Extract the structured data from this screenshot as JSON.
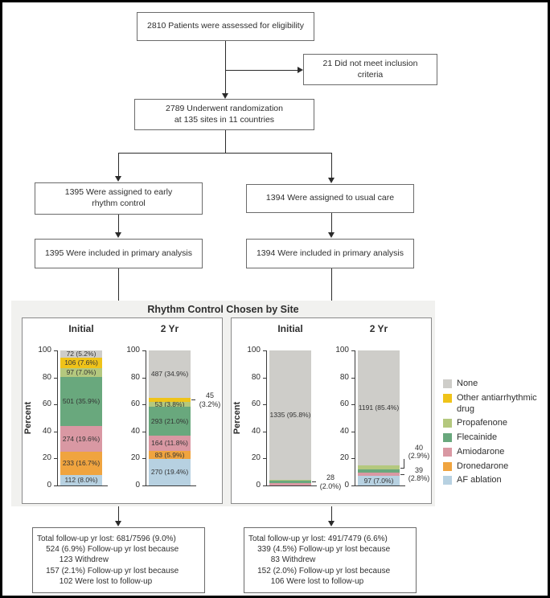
{
  "flow": {
    "assessed": "2810 Patients were assessed for eligibility",
    "excluded": "21 Did not meet inclusion\ncriteria",
    "randomized": "2789 Underwent randomization\nat 135 sites in 11 countries",
    "left_assigned": "1395 Were assigned to early\nrhythm control",
    "right_assigned": "1394 Were assigned to usual care",
    "left_primary": "1395 Were included in primary analysis",
    "right_primary": "1394 Were included in primary analysis",
    "left_followup": "Total follow-up yr lost: 681/7596 (9.0%)\n    524 (6.9%) Follow-up yr lost because\n          123 Withdrew\n    157 (2.1%) Follow-up yr lost because\n          102 Were lost to follow-up",
    "right_followup": "Total follow-up yr lost: 491/7479 (6.6%)\n    339 (4.5%) Follow-up yr lost because\n          83 Withdrew\n    152 (2.0%) Follow-up yr lost because\n          106 Were lost to follow-up"
  },
  "chart_data": {
    "type": "bar",
    "title": "Rhythm Control Chosen by Site",
    "ylabel": "Percent",
    "ylim": [
      0,
      100
    ],
    "yticks": [
      100,
      80,
      60,
      40,
      20,
      0
    ],
    "legend_position": "right",
    "legend": [
      {
        "label": "None",
        "color": "#cecdc9"
      },
      {
        "label": "Other antiarrhythmic drug",
        "color": "#efc319"
      },
      {
        "label": "Propafenone",
        "color": "#b4c87e"
      },
      {
        "label": "Flecainide",
        "color": "#69a87d"
      },
      {
        "label": "Amiodarone",
        "color": "#d998a3"
      },
      {
        "label": "Dronedarone",
        "color": "#f0a43f"
      },
      {
        "label": "AF ablation",
        "color": "#b7d1e1"
      }
    ],
    "panels": [
      {
        "name": "early-rhythm-control",
        "bars": [
          {
            "category": "Initial",
            "segments": [
              {
                "series": "None",
                "value": 5.2,
                "label": "72 (5.2%)"
              },
              {
                "series": "Other antiarrhythmic drug",
                "value": 7.6,
                "label": "106 (7.6%)"
              },
              {
                "series": "Propafenone",
                "value": 7.0,
                "label": "97 (7.0%)"
              },
              {
                "series": "Flecainide",
                "value": 35.9,
                "label": "501 (35.9%)"
              },
              {
                "series": "Amiodarone",
                "value": 19.6,
                "label": "274 (19.6%)"
              },
              {
                "series": "Dronedarone",
                "value": 16.7,
                "label": "233 (16.7%)"
              },
              {
                "series": "AF ablation",
                "value": 8.0,
                "label": "112 (8.0%)"
              }
            ]
          },
          {
            "category": "2 Yr",
            "segments": [
              {
                "series": "None",
                "value": 34.9,
                "label": "487 (34.9%)"
              },
              {
                "series": "Other antiarrhythmic drug",
                "value": 3.2,
                "label": "45\n(3.2%)",
                "callout": true
              },
              {
                "series": "Propafenone",
                "value": 3.8,
                "label": "53 (3.8%)"
              },
              {
                "series": "Flecainide",
                "value": 21.0,
                "label": "293 (21.0%)"
              },
              {
                "series": "Amiodarone",
                "value": 11.8,
                "label": "164 (11.8%)"
              },
              {
                "series": "Dronedarone",
                "value": 5.9,
                "label": "83 (5.9%)"
              },
              {
                "series": "AF ablation",
                "value": 19.4,
                "label": "270 (19.4%)"
              }
            ]
          }
        ]
      },
      {
        "name": "usual-care",
        "bars": [
          {
            "category": "Initial",
            "segments": [
              {
                "series": "None",
                "value": 95.8,
                "label": "1335 (95.8%)"
              },
              {
                "series": "Propafenone",
                "value": 0.5
              },
              {
                "series": "Flecainide",
                "value": 2.0,
                "label": "28\n(2.0%)",
                "callout": true
              },
              {
                "series": "Amiodarone",
                "value": 1.7
              }
            ]
          },
          {
            "category": "2 Yr",
            "segments": [
              {
                "series": "None",
                "value": 85.4,
                "label": "1191 (85.4%)"
              },
              {
                "series": "Propafenone",
                "value": 2.9,
                "label": "40\n(2.9%)",
                "callout": true
              },
              {
                "series": "Flecainide",
                "value": 1.9
              },
              {
                "series": "Amiodarone",
                "value": 2.8,
                "label": "39\n(2.8%)",
                "callout": true
              },
              {
                "series": "AF ablation",
                "value": 7.0,
                "label": "97 (7.0%)"
              }
            ]
          }
        ]
      }
    ]
  }
}
